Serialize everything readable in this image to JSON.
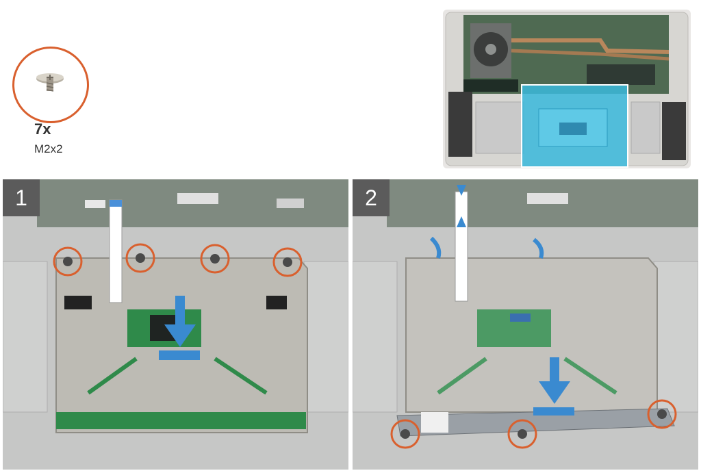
{
  "screw_legend": {
    "count": "7x",
    "size": "M2x2"
  },
  "steps": [
    {
      "number": "1"
    },
    {
      "number": "2"
    }
  ],
  "colors": {
    "callout": "#d9602e",
    "arrow": "#3a8ad0",
    "highlight": "#39b8dc"
  }
}
